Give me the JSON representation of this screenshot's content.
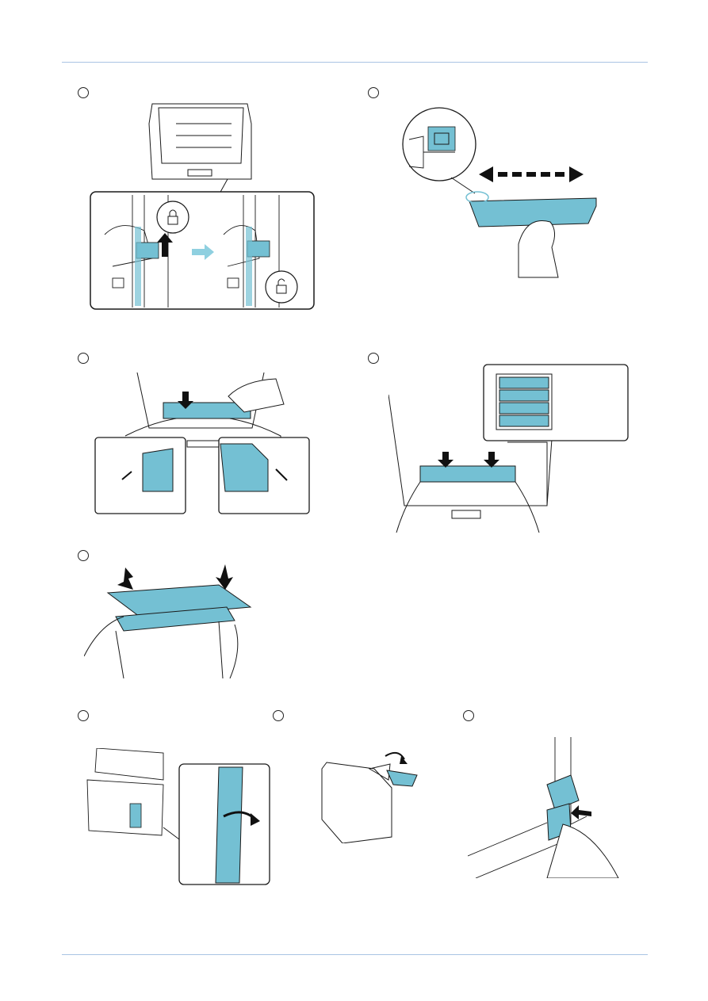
{
  "page": {
    "step_markers": [
      "",
      "",
      "",
      "",
      "",
      "",
      "",
      ""
    ]
  },
  "figures": [
    {
      "id": "fig-lock-release",
      "icon": "lock-release-illustration"
    },
    {
      "id": "fig-shake-toner",
      "icon": "shake-toner-illustration"
    },
    {
      "id": "fig-install-toner",
      "icon": "install-toner-illustration"
    },
    {
      "id": "fig-push-toners",
      "icon": "push-toners-illustration"
    },
    {
      "id": "fig-close-cover",
      "icon": "close-scanner-cover-illustration"
    },
    {
      "id": "fig-open-side-cover",
      "icon": "open-side-cover-illustration"
    },
    {
      "id": "fig-cap-waste-box",
      "icon": "waste-toner-box-cap-illustration"
    },
    {
      "id": "fig-insert-waste-box",
      "icon": "insert-waste-box-illustration"
    }
  ],
  "colors": {
    "accent": "#74c0d3",
    "line": "#1a1a1a",
    "rule": "#a9c4e4",
    "arrow_light": "#8fd0e0"
  }
}
